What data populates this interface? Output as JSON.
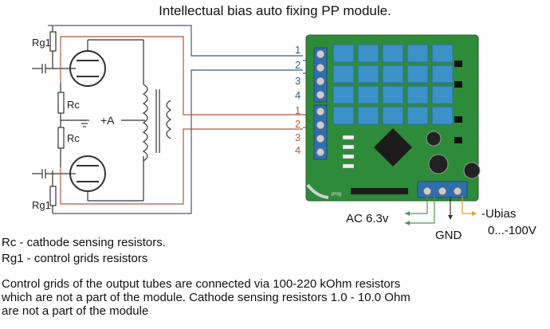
{
  "title": "Intellectual bias auto fixing PP module.",
  "schematic": {
    "rg1_top_label": "Rg1",
    "rg1_bottom_label": "Rg1",
    "rc_top_label": "Rc",
    "rc_bottom_label": "Rc",
    "plus_a_label": "+A"
  },
  "terminals": {
    "blue": [
      "1",
      "2",
      "3",
      "4"
    ],
    "red": [
      "1",
      "2",
      "3",
      "4"
    ]
  },
  "board": {
    "prog_label": "prog"
  },
  "connections": {
    "ac_label": "AC 6.3v",
    "gnd_label": "GND",
    "ubias_label": "-Ubias",
    "ubias_range": "0...-100V"
  },
  "notes": {
    "rc": "Rc - cathode sensing resistors.",
    "rg1": "Rg1 - control grids resistors",
    "main": "Control grids of the output tubes are connected via 100-220 kOhm resistors\nwhich are not a part of the module. Cathode sensing resistors 1.0 - 10.0 Ohm\nare not a part of the module"
  },
  "colors": {
    "wire_blue": "#3a5a8c",
    "wire_red": "#b5573f",
    "pcb_green": "#2e8b3a",
    "relay_blue": "#3a92c8",
    "terminal_blue": "#2f6fb0"
  }
}
